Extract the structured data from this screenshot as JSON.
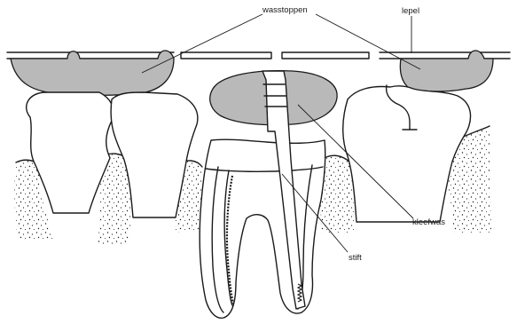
{
  "labels": {
    "wasstoppen": "wasstoppen",
    "lepel": "lepel",
    "kleefwas": "kleefwas",
    "stift": "stift"
  },
  "colors": {
    "wax_fill": "#b9b9b9",
    "line": "#1a1a1a",
    "background": "#ffffff"
  }
}
